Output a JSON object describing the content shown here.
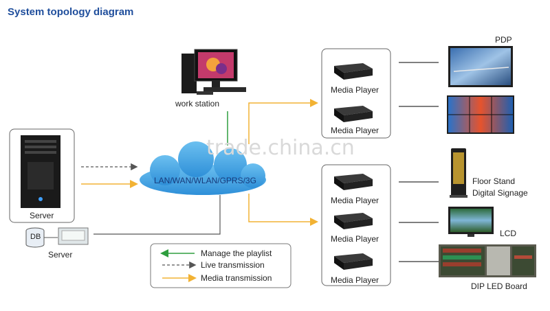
{
  "title": "System topology diagram",
  "watermark": "trade.china.cn",
  "cloud_label": "LAN/WAN/WLAN/GPRS/3G",
  "workstation_label": "work station",
  "server_label": "Server",
  "server_db_label": "Server",
  "db_label": "DB",
  "media_players": [
    "Media Player",
    "Media Player",
    "Media Player",
    "Media Player",
    "Media Player"
  ],
  "displays": {
    "pdp": "PDP",
    "floor_stand_line1": "Floor Stand",
    "floor_stand_line2": "Digital Signage",
    "lcd": "LCD",
    "dip_led": "DIP LED Board"
  },
  "legend": [
    {
      "label": "Manage the playlist",
      "color": "#2e9e3e",
      "style": "solid",
      "direction": "left"
    },
    {
      "label": "Live transmission",
      "color": "#555555",
      "style": "dashed",
      "direction": "right"
    },
    {
      "label": "Media transmission",
      "color": "#f2b233",
      "style": "solid",
      "direction": "right"
    }
  ],
  "colors": {
    "title": "#1f4e9c",
    "cloud": "#4aa6e6",
    "media_line": "#f2b233",
    "manage_line": "#2e9e3e",
    "live_line": "#555555"
  }
}
